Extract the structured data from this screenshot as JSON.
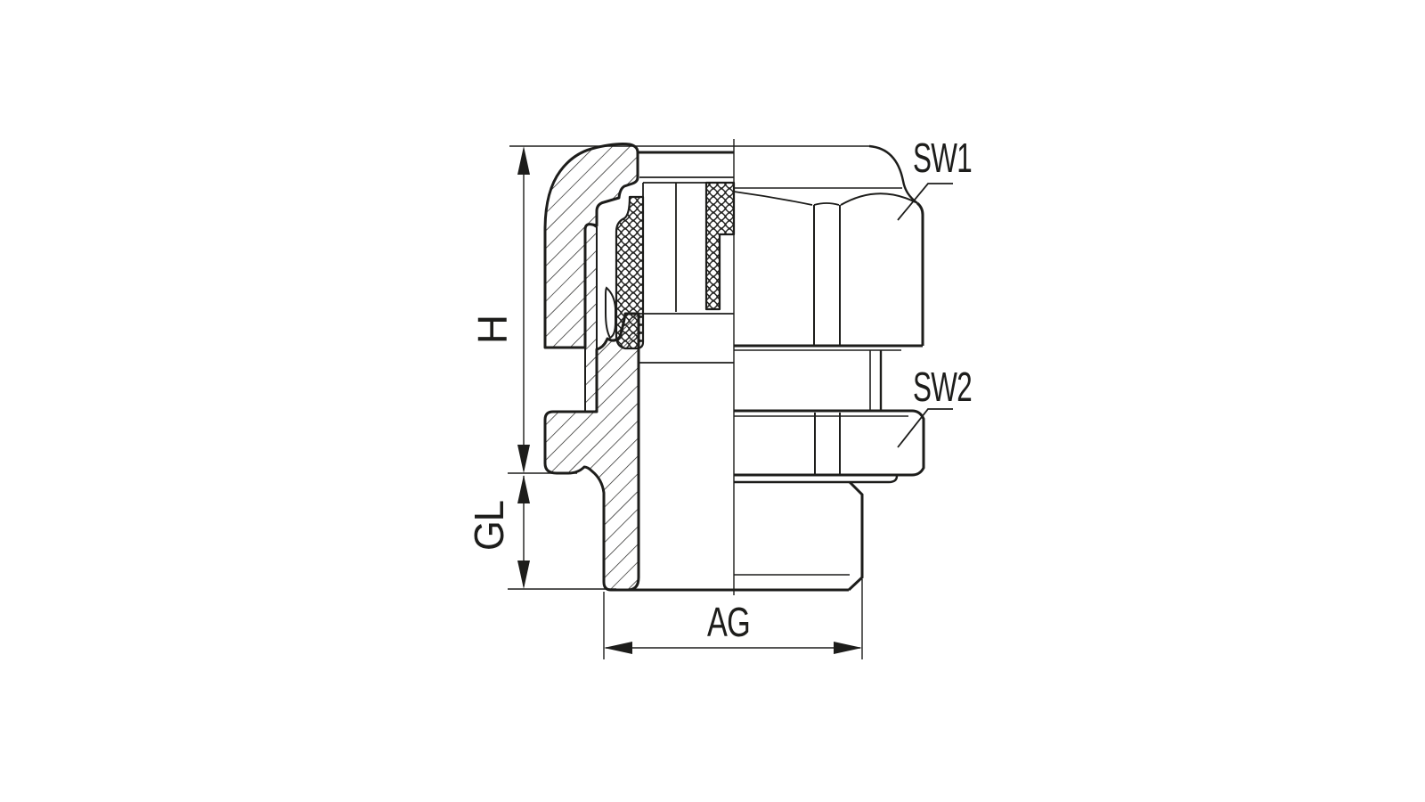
{
  "drawing": {
    "kind": "cable-gland-half-section-technical-drawing",
    "labels": {
      "h": "H",
      "gl": "GL",
      "ag": "AG",
      "sw1": "SW1",
      "sw2": "SW2"
    },
    "colors": {
      "line": "#1d1d1b",
      "background": "#ffffff"
    }
  }
}
